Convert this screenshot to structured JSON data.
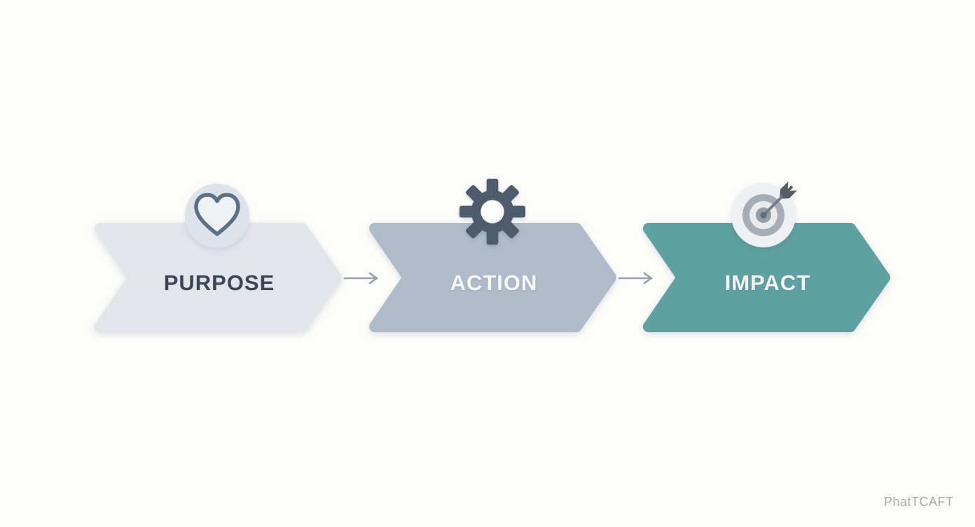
{
  "diagram": {
    "title": "purpose-action-impact-process",
    "background": "#fdfdfb",
    "steps": [
      {
        "label": "PURPOSE",
        "icon": "heart-icon",
        "fill": "#e2e6ea",
        "label_color": "#3b4656"
      },
      {
        "label": "ACTION",
        "icon": "gear-icon",
        "fill": "#aebcca",
        "label_color": "#f7f9fa"
      },
      {
        "label": "IMPACT",
        "icon": "target-icon",
        "fill": "#5fa0a1",
        "label_color": "#f3f7f7"
      }
    ],
    "icons": {
      "heart": {
        "circle_fill": "#dde3ea",
        "stroke": "#5b7286",
        "inner_fill": "#eff2f5"
      },
      "gear": {
        "fill": "#4d5c6d",
        "hole_fill": "#fdfdfd"
      },
      "target": {
        "outer": "#eef0f2",
        "ring": "#a6aeb5",
        "inner_ring": "#e9ebed",
        "bull": "#959da4",
        "dart_tip": "#646c72",
        "dart_shaft": "#757d84",
        "dart_fletch": "#555c63"
      }
    },
    "arrow_color": "#9aa3ad",
    "watermark": "PhatTCAFT",
    "watermark_color": "#a9a9a7"
  }
}
